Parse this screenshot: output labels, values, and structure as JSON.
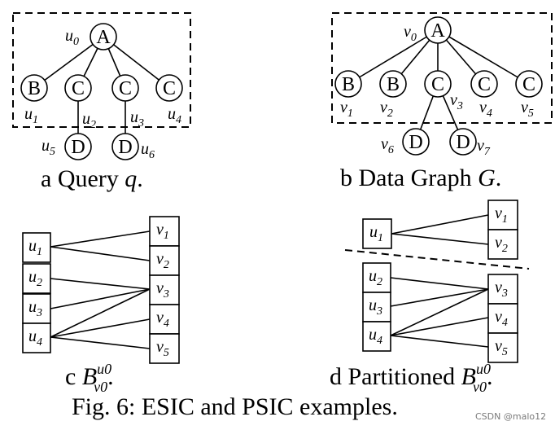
{
  "panel_a": {
    "nodes": [
      {
        "id": "u0",
        "label": "A",
        "var": "u",
        "sub": "0"
      },
      {
        "id": "u1",
        "label": "B",
        "var": "u",
        "sub": "1"
      },
      {
        "id": "u2",
        "label": "C",
        "var": "u",
        "sub": "2"
      },
      {
        "id": "u3",
        "label": "C",
        "var": "u",
        "sub": "3"
      },
      {
        "id": "u4",
        "label": "C",
        "var": "u",
        "sub": "4"
      },
      {
        "id": "u5",
        "label": "D",
        "var": "u",
        "sub": "5"
      },
      {
        "id": "u6",
        "label": "D",
        "var": "u",
        "sub": "6"
      }
    ],
    "caption_prefix": "a Query",
    "caption_symbol": "q",
    "caption_suffix": "."
  },
  "panel_b": {
    "nodes": [
      {
        "id": "v0",
        "label": "A",
        "var": "v",
        "sub": "0"
      },
      {
        "id": "v1",
        "label": "B",
        "var": "v",
        "sub": "1"
      },
      {
        "id": "v2",
        "label": "B",
        "var": "v",
        "sub": "2"
      },
      {
        "id": "v3",
        "label": "C",
        "var": "v",
        "sub": "3"
      },
      {
        "id": "v4",
        "label": "C",
        "var": "v",
        "sub": "4"
      },
      {
        "id": "v5",
        "label": "C",
        "var": "v",
        "sub": "5"
      },
      {
        "id": "v6",
        "label": "D",
        "var": "v",
        "sub": "6"
      },
      {
        "id": "v7",
        "label": "D",
        "var": "v",
        "sub": "7"
      }
    ],
    "caption_prefix": "b Data Graph",
    "caption_symbol": "G",
    "caption_suffix": "."
  },
  "panel_c": {
    "left": [
      {
        "var": "u",
        "sub": "1"
      },
      {
        "var": "u",
        "sub": "2"
      },
      {
        "var": "u",
        "sub": "3"
      },
      {
        "var": "u",
        "sub": "4"
      }
    ],
    "right": [
      {
        "var": "v",
        "sub": "1"
      },
      {
        "var": "v",
        "sub": "2"
      },
      {
        "var": "v",
        "sub": "3"
      },
      {
        "var": "v",
        "sub": "4"
      },
      {
        "var": "v",
        "sub": "5"
      }
    ],
    "caption_prefix": "c",
    "caption_symbol": "B",
    "caption_sup": "u0",
    "caption_sub": "v0",
    "caption_suffix": "."
  },
  "panel_d": {
    "top_left": [
      {
        "var": "u",
        "sub": "1"
      }
    ],
    "top_right": [
      {
        "var": "v",
        "sub": "1"
      },
      {
        "var": "v",
        "sub": "2"
      }
    ],
    "bottom_left": [
      {
        "var": "u",
        "sub": "2"
      },
      {
        "var": "u",
        "sub": "3"
      },
      {
        "var": "u",
        "sub": "4"
      }
    ],
    "bottom_right": [
      {
        "var": "v",
        "sub": "3"
      },
      {
        "var": "v",
        "sub": "4"
      },
      {
        "var": "v",
        "sub": "5"
      }
    ],
    "caption_prefix": "d Partitioned",
    "caption_symbol": "B",
    "caption_sup": "u0",
    "caption_sub": "v0",
    "caption_suffix": "."
  },
  "figure_caption": "Fig. 6: ESIC and PSIC examples.",
  "watermark": "CSDN @malo12"
}
